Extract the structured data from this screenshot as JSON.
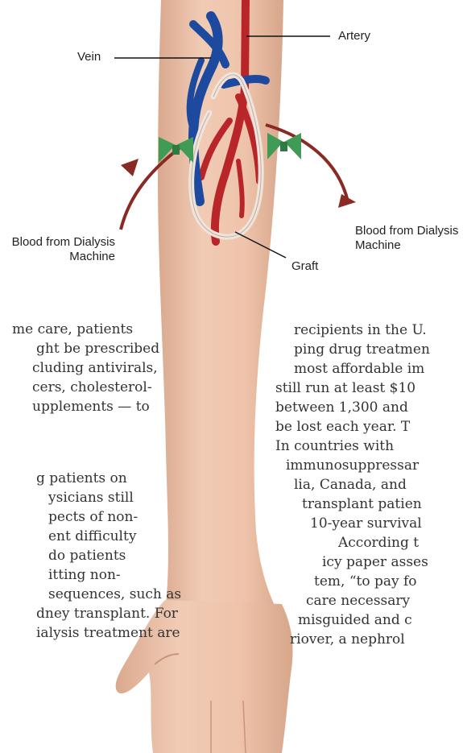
{
  "labels": {
    "vein": "Vein",
    "artery": "Artery",
    "blood_left_1": "Blood from Dialysis",
    "blood_left_2": "Machine",
    "blood_right_1": "Blood from Dialysis",
    "blood_right_2": "Machine",
    "graft": "Graft"
  },
  "text_left": [
    "me care, patients",
    "ght be prescribed",
    "cluding antivirals,",
    "cers, cholesterol-",
    "upplements — to",
    "",
    "",
    "g patients on",
    "ysicians still",
    "pects of non-",
    "ent difficulty",
    "do patients",
    "itting non-",
    "sequences, such as",
    "dney transplant. For",
    "ialysis treatment are"
  ],
  "text_right": [
    "recipients in the U.",
    "ping drug treatmen",
    "most affordable im",
    "still run at least $10",
    "between 1,300 and",
    "be lost each year. T",
    "In countries with",
    "immunosuppressar",
    "lia, Canada, and",
    "transplant patien",
    "10-year survival",
    "According t",
    "icy paper asses",
    "tem, “to pay fo",
    "care necessary",
    "misguided and c",
    "riover, a nephrol"
  ],
  "colors": {
    "skin": "#ecc4ac",
    "artery": "#b8262a",
    "vein": "#1d4a9e",
    "clamp": "#3f9b55",
    "graft": "#efe4dc"
  }
}
